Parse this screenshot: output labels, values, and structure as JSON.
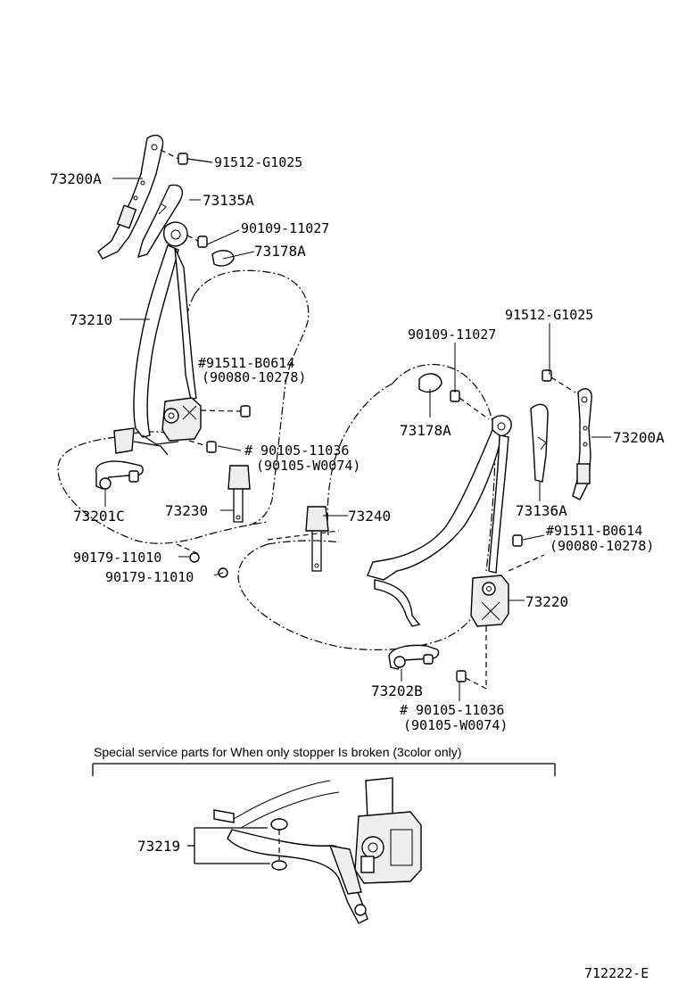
{
  "labels": {
    "p73200a_left": "73200A",
    "p91512_top": "91512-G1025",
    "p73135a": "73135A",
    "p90109_left": "90109-11027",
    "p73178a_left": "73178A",
    "p73210": "73210",
    "p91511_left": "#91511-B0614",
    "p90080_left": "(90080-10278)",
    "p90105_left": "# 90105-11036",
    "p90105w_left": "(90105-W0074)",
    "p73201c": "73201C",
    "p73230": "73230",
    "p90179_a": "90179-11010",
    "p90179_b": "90179-11010",
    "p91512_right": "91512-G1025",
    "p90109_right": "90109-11027",
    "p73178a_right": "73178A",
    "p73200a_right": "73200A",
    "p73136a": "73136A",
    "p73240": "73240",
    "p91511_right": "#91511-B0614",
    "p90080_right": "(90080-10278)",
    "p73220": "73220",
    "p73202b": "73202B",
    "p90105_right": "# 90105-11036",
    "p90105w_right": "(90105-W0074)",
    "special_note": "Special service parts for When only stopper Is broken (3color only)",
    "p73219": "73219",
    "diagram_code": "712222-E"
  }
}
